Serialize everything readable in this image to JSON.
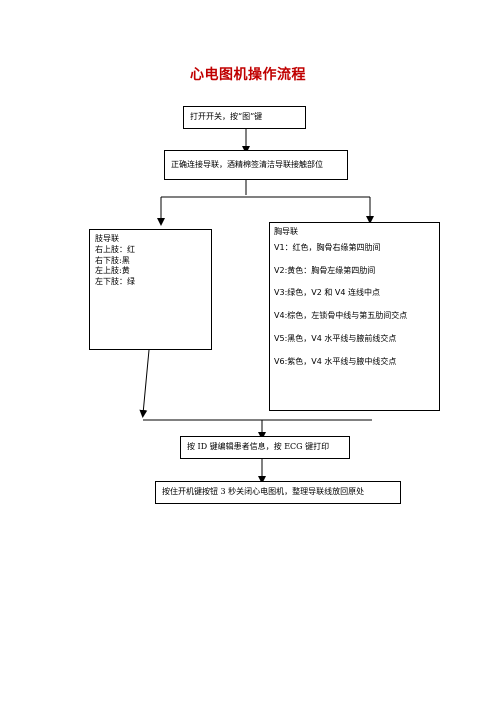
{
  "title": "心电图机操作流程",
  "steps": {
    "step1": "打开开关，按“图”键",
    "step2": "正确连接导联，酒精棉签清洁导联接触部位",
    "limb": {
      "heading": "肢导联",
      "items": [
        "右上肢：红",
        "右下肢:黑",
        "左上肢:黄",
        "左下肢：绿"
      ]
    },
    "chest": {
      "heading": "胸导联",
      "items": [
        "V1：红色，胸骨右缘第四肋间",
        "V2:黄色：胸骨左缘第四肋间",
        "V3:绿色，V2 和 V4 连线中点",
        "V4:棕色，左锁骨中线与第五肋间交点",
        "V5:黑色，V4 水平线与腋前线交点",
        "V6:紫色，V4 水平线与腋中线交点"
      ]
    },
    "step4": "按 ID 键编辑患者信息，按 ECG 键打印",
    "step5": "按住开机键按钮 3 秒关闭心电图机，整理导联线放回原处"
  }
}
